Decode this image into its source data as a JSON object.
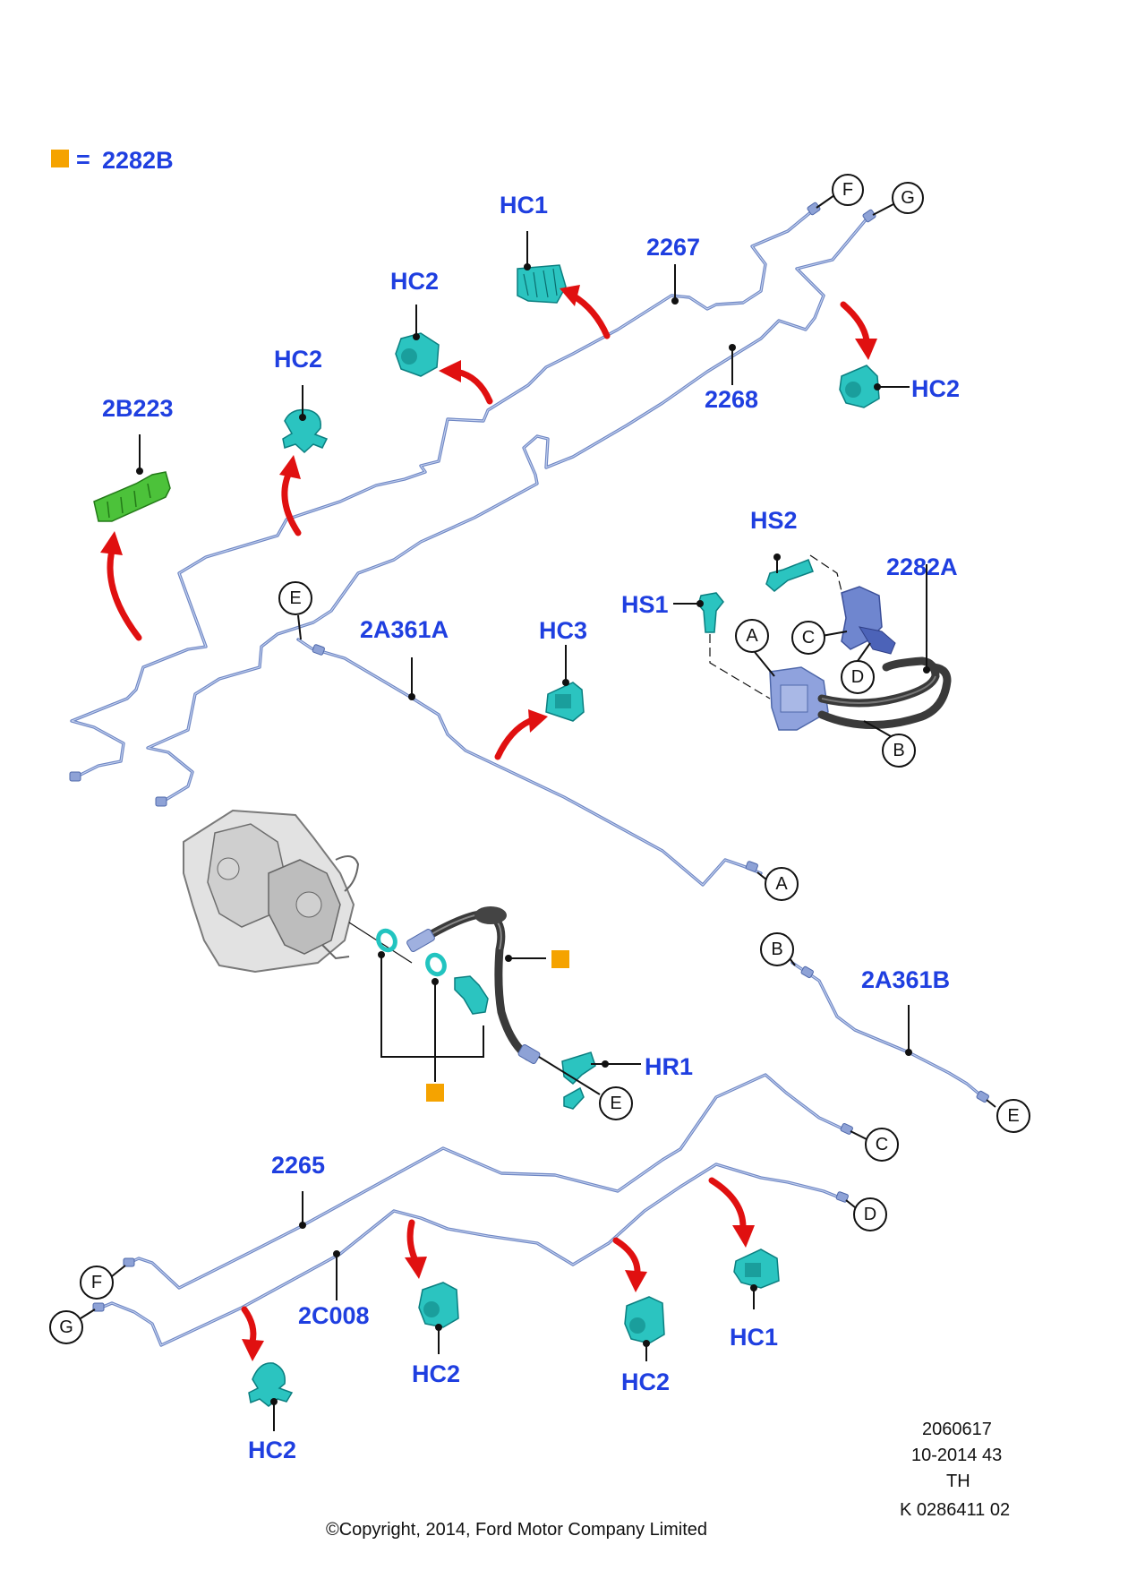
{
  "legend": {
    "symbol_color": "#f5a300",
    "equals": "=",
    "part": "2282B"
  },
  "labels": {
    "hc1_top": "HC1",
    "pipe_2267": "2267",
    "hc2_top": "HC2",
    "hc2_mid": "HC2",
    "hc2_right": "HC2",
    "pipe_2268": "2268",
    "bracket_2b223": "2B223",
    "hs2": "HS2",
    "hose_2282a": "2282A",
    "hs1": "HS1",
    "pipe_2a361a": "2A361A",
    "hc3": "HC3",
    "pipe_2a361b": "2A361B",
    "hr1": "HR1",
    "pipe_2265": "2265",
    "pipe_2c008": "2C008",
    "hc2_bot1": "HC2",
    "hc2_bot2": "HC2",
    "hc2_bot3": "HC2",
    "hc1_bot": "HC1"
  },
  "connectors": {
    "f_top": "F",
    "g_top": "G",
    "e_mid": "E",
    "a_bracket": "A",
    "c_bracket": "C",
    "d_bracket": "D",
    "b_bracket": "B",
    "a_end": "A",
    "b_start": "B",
    "e_end": "E",
    "e_hose": "E",
    "c_bottom": "C",
    "d_bottom": "D",
    "f_bottom": "F",
    "g_bottom": "G"
  },
  "footer": {
    "ref_number": "2060617",
    "date_code": "10-2014 43",
    "region": "TH",
    "catalog": "K 0286411 02",
    "copyright": "©Copyright, 2014, Ford Motor Company Limited"
  },
  "colors": {
    "label": "#1f3fe0",
    "pipe": "#6f87c4",
    "clip": "#2bc4c0",
    "bracket_green": "#4cc23a",
    "arrow": "#e01010"
  }
}
